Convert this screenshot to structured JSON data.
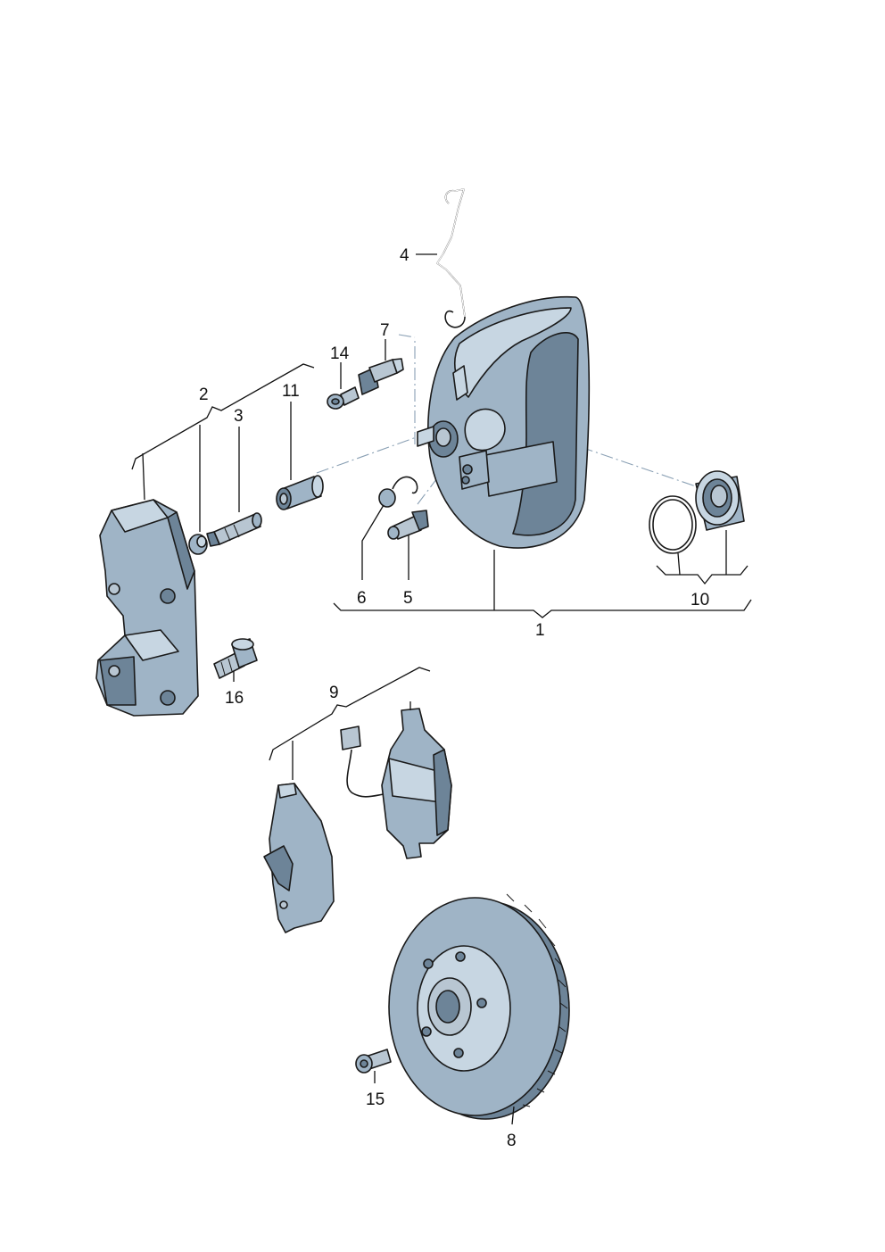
{
  "diagram": {
    "callouts": [
      "1",
      "2",
      "3",
      "4",
      "5",
      "6",
      "7",
      "8",
      "9",
      "10",
      "11",
      "14",
      "15",
      "16"
    ]
  },
  "colors": {
    "part_fill": "#9fb4c6",
    "part_highlight": "#c7d6e2",
    "part_shadow": "#6d8498",
    "outline": "#1a1a1a",
    "centerline": "#8aa0b4"
  }
}
